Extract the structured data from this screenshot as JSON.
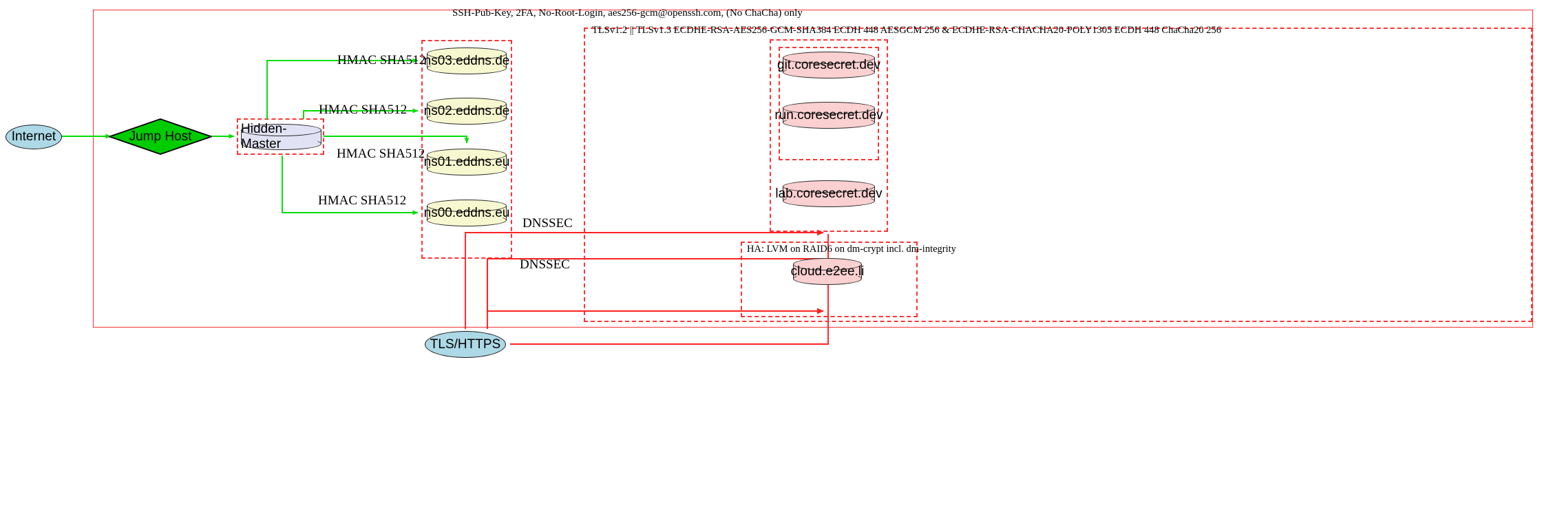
{
  "diagram": {
    "type": "network-architecture",
    "title_captions": {
      "ssh_policy": "SSH-Pub-Key, 2FA, No-Root-Login, aes256-gcm@openssh.com, (No ChaCha) only",
      "tls_policy": "TLSv1.2 || TLSv1.3 ECDHE-RSA-AES256-GCM-SHA384 ECDH 448 AESGCM 256 & ECDHE-RSA-CHACHA20-POLY1305 ECDH 448 ChaCha20 256",
      "storage_policy": "HA: LVM on RAID6 on dm-crypt incl. dm-integrity"
    },
    "colors": {
      "ssh_edge": "#00dd00",
      "tls_edge": "#ff2222",
      "boundary": "#ff3333",
      "internet_fill": "#add8e6",
      "jumphost_fill": "#00cc00",
      "master_fill": "#e2e2f5",
      "dns_fill": "#f8f8d0",
      "service_fill": "#fbd0d0"
    },
    "nodes": {
      "internet": "Internet",
      "jump_host": "Jump Host",
      "hidden_master": "Hidden-Master",
      "tls_https": "TLS/HTTPS",
      "dns_servers": [
        "ns03.eddns.de",
        "ns02.eddns.de",
        "ns01.eddns.eu",
        "ns00.eddns.eu"
      ],
      "services": [
        "git.coresecret.dev",
        "run.coresecret.dev",
        "lab.coresecret.dev"
      ],
      "cloud": "cloud.e2ee.li"
    },
    "edge_labels": {
      "hmac": "HMAC SHA512",
      "dnssec": "DNSSEC"
    },
    "edges": [
      {
        "from": "Internet",
        "to": "Jump Host",
        "label": "",
        "style": "ssh"
      },
      {
        "from": "Jump Host",
        "to": "Hidden-Master",
        "label": "",
        "style": "ssh"
      },
      {
        "from": "Hidden-Master",
        "to": "ns03.eddns.de",
        "label": "HMAC SHA512",
        "style": "ssh"
      },
      {
        "from": "Hidden-Master",
        "to": "ns02.eddns.de",
        "label": "HMAC SHA512",
        "style": "ssh"
      },
      {
        "from": "Hidden-Master",
        "to": "ns01.eddns.eu",
        "label": "HMAC SHA512",
        "style": "ssh"
      },
      {
        "from": "Hidden-Master",
        "to": "ns00.eddns.eu",
        "label": "HMAC SHA512",
        "style": "ssh"
      },
      {
        "from": "TLS/HTTPS",
        "to": "coresecret-services",
        "label": "DNSSEC",
        "style": "tls"
      },
      {
        "from": "TLS/HTTPS",
        "to": "cloud.e2ee.li",
        "label": "DNSSEC",
        "style": "tls"
      }
    ]
  }
}
